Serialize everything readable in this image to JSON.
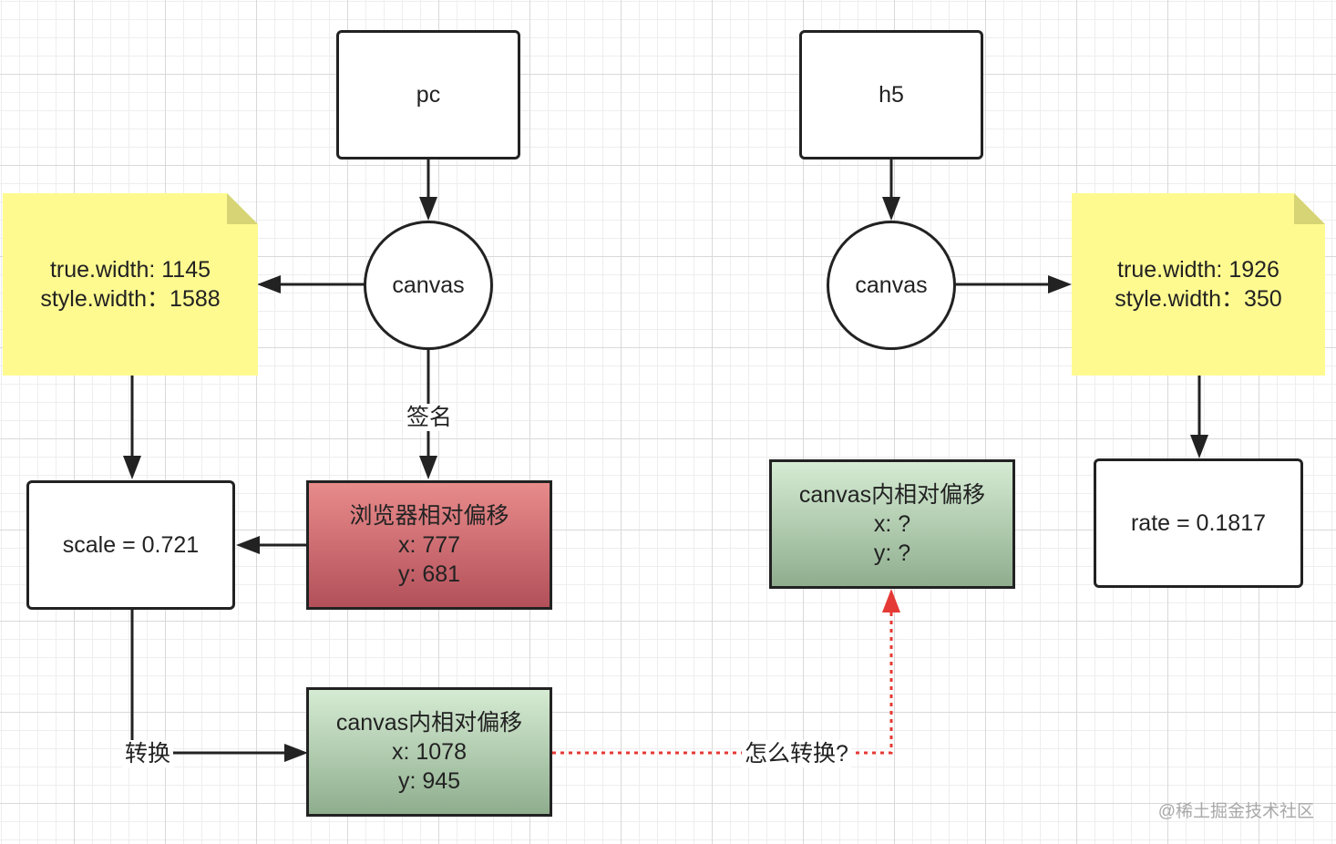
{
  "nodes": {
    "pc": "pc",
    "h5": "h5",
    "canvas_left": "canvas",
    "canvas_right": "canvas",
    "note_left": {
      "line1": "true.width: 1145",
      "line2": "style.width：1588"
    },
    "note_right": {
      "line1": "true.width: 1926",
      "line2": "style.width：350"
    },
    "scale": "scale = 0.721",
    "browser_offset": {
      "title": "浏览器相对偏移",
      "x": "x: 777",
      "y": "y: 681"
    },
    "canvas_offset_unknown": {
      "title": "canvas内相对偏移",
      "x": "x: ?",
      "y": "y: ?"
    },
    "canvas_offset": {
      "title": "canvas内相对偏移",
      "x": "x: 1078",
      "y": "y: 945"
    },
    "rate": "rate = 0.1817"
  },
  "edge_labels": {
    "sign": "签名",
    "convert": "转换",
    "how_convert": "怎么转换?"
  },
  "colors": {
    "note": "#fffa90",
    "red_box": "#d06a6f",
    "green_box": "#b3ccb0",
    "dotted_arrow": "#e53935"
  },
  "watermark": "@稀土掘金技术社区"
}
